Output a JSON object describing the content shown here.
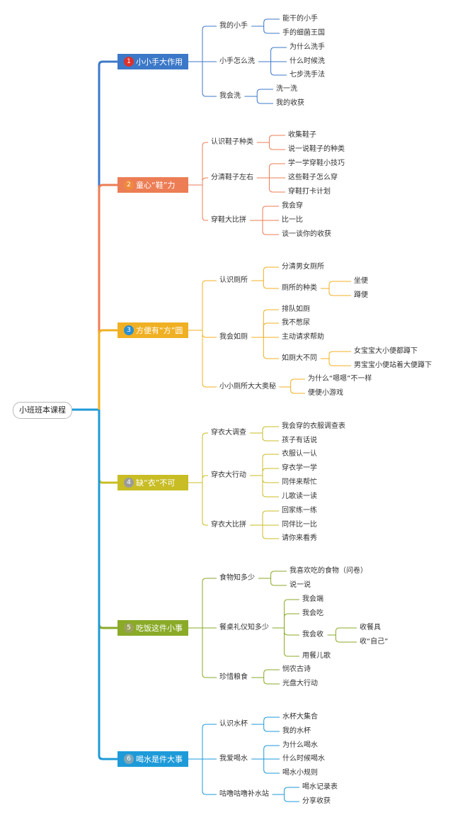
{
  "root": {
    "label": "小班班本课程"
  },
  "topics": [
    {
      "index": "1",
      "label": "小小手大作用",
      "color": "#3c78c8",
      "badge_color": "#e0302a",
      "children": [
        {
          "label": "我的小手",
          "children": [
            {
              "label": "能干的小手"
            },
            {
              "label": "手的细菌王国"
            }
          ]
        },
        {
          "label": "小手怎么洗",
          "children": [
            {
              "label": "为什么洗手"
            },
            {
              "label": "什么时候洗"
            },
            {
              "label": "七步洗手法"
            }
          ]
        },
        {
          "label": "我会洗",
          "children": [
            {
              "label": "洗一洗"
            },
            {
              "label": "我的收获"
            }
          ]
        }
      ]
    },
    {
      "index": "2",
      "label": "童心“鞋”力",
      "color": "#ec7d55",
      "badge_color": "#f08a3c",
      "children": [
        {
          "label": "认识鞋子种类",
          "children": [
            {
              "label": "收集鞋子"
            },
            {
              "label": "说一说鞋子的种类"
            }
          ]
        },
        {
          "label": "分清鞋子左右",
          "children": [
            {
              "label": "学一学穿鞋小技巧"
            },
            {
              "label": "这些鞋子怎么穿"
            },
            {
              "label": "穿鞋打卡计划"
            }
          ]
        },
        {
          "label": "穿鞋大比拼",
          "children": [
            {
              "label": "我会穿"
            },
            {
              "label": "比一比"
            },
            {
              "label": "谈一谈你的收获"
            }
          ]
        }
      ]
    },
    {
      "index": "3",
      "label": "方便有“方”圆",
      "color": "#f0b023",
      "badge_color": "#2a8fd0",
      "children": [
        {
          "label": "认识厕所",
          "children": [
            {
              "label": "分清男女厕所"
            },
            {
              "label": "厕所的种类",
              "children": [
                {
                  "label": "坐便"
                },
                {
                  "label": "蹲便"
                }
              ]
            }
          ]
        },
        {
          "label": "我会如厕",
          "children": [
            {
              "label": "排队如厕"
            },
            {
              "label": "我不憋尿"
            },
            {
              "label": "主动请求帮助"
            },
            {
              "label": "如厕大不同",
              "children": [
                {
                  "label": "女宝宝大小便都蹲下"
                },
                {
                  "label": "男宝宝小便站着大便蹲下"
                }
              ]
            }
          ]
        },
        {
          "label": "小小厕所大大奥秘",
          "children": [
            {
              "label": "为什么“嗯嗯”不一样"
            },
            {
              "label": "便便小游戏"
            }
          ]
        }
      ]
    },
    {
      "index": "4",
      "label": "缺“衣”不可",
      "color": "#c8bd24",
      "badge_color": "#9b9b9b",
      "children": [
        {
          "label": "穿衣大调查",
          "children": [
            {
              "label": "我会穿的衣服调查表"
            },
            {
              "label": "孩子有话说"
            }
          ]
        },
        {
          "label": "穿衣大行动",
          "children": [
            {
              "label": "衣服认一认"
            },
            {
              "label": "穿衣学一学"
            },
            {
              "label": "同伴来帮忙"
            },
            {
              "label": "儿歌读一读"
            }
          ]
        },
        {
          "label": "穿衣大比拼",
          "children": [
            {
              "label": "回家练一练"
            },
            {
              "label": "同伴比一比"
            },
            {
              "label": "请你来看秀"
            }
          ]
        }
      ]
    },
    {
      "index": "5",
      "label": "吃饭这件小事",
      "color": "#8aaa28",
      "badge_color": "#9aa15a",
      "children": [
        {
          "label": "食物知多少",
          "children": [
            {
              "label": "我喜欢吃的食物（问卷）"
            },
            {
              "label": "说一说"
            }
          ]
        },
        {
          "label": "餐桌礼仪知多少",
          "children": [
            {
              "label": "我会端"
            },
            {
              "label": "我会吃"
            },
            {
              "label": "我会收",
              "children": [
                {
                  "label": "收餐具"
                },
                {
                  "label": "收“自己”"
                }
              ]
            },
            {
              "label": "用餐儿歌"
            }
          ]
        },
        {
          "label": "珍惜粮食",
          "children": [
            {
              "label": "悯农古诗"
            },
            {
              "label": "光盘大行动"
            }
          ]
        }
      ]
    },
    {
      "index": "6",
      "label": "喝水是件大事",
      "color": "#1e9ad8",
      "badge_color": "#7fa6b8",
      "children": [
        {
          "label": "认识水杯",
          "children": [
            {
              "label": "水杯大集合"
            },
            {
              "label": "我的水杯"
            }
          ]
        },
        {
          "label": "我爱喝水",
          "children": [
            {
              "label": "为什么喝水"
            },
            {
              "label": "什么时候喝水"
            },
            {
              "label": "喝水小规则"
            }
          ]
        },
        {
          "label": "咕噜咕噜补水站",
          "children": [
            {
              "label": "喝水记录表"
            },
            {
              "label": "分享收获"
            }
          ]
        }
      ]
    }
  ]
}
